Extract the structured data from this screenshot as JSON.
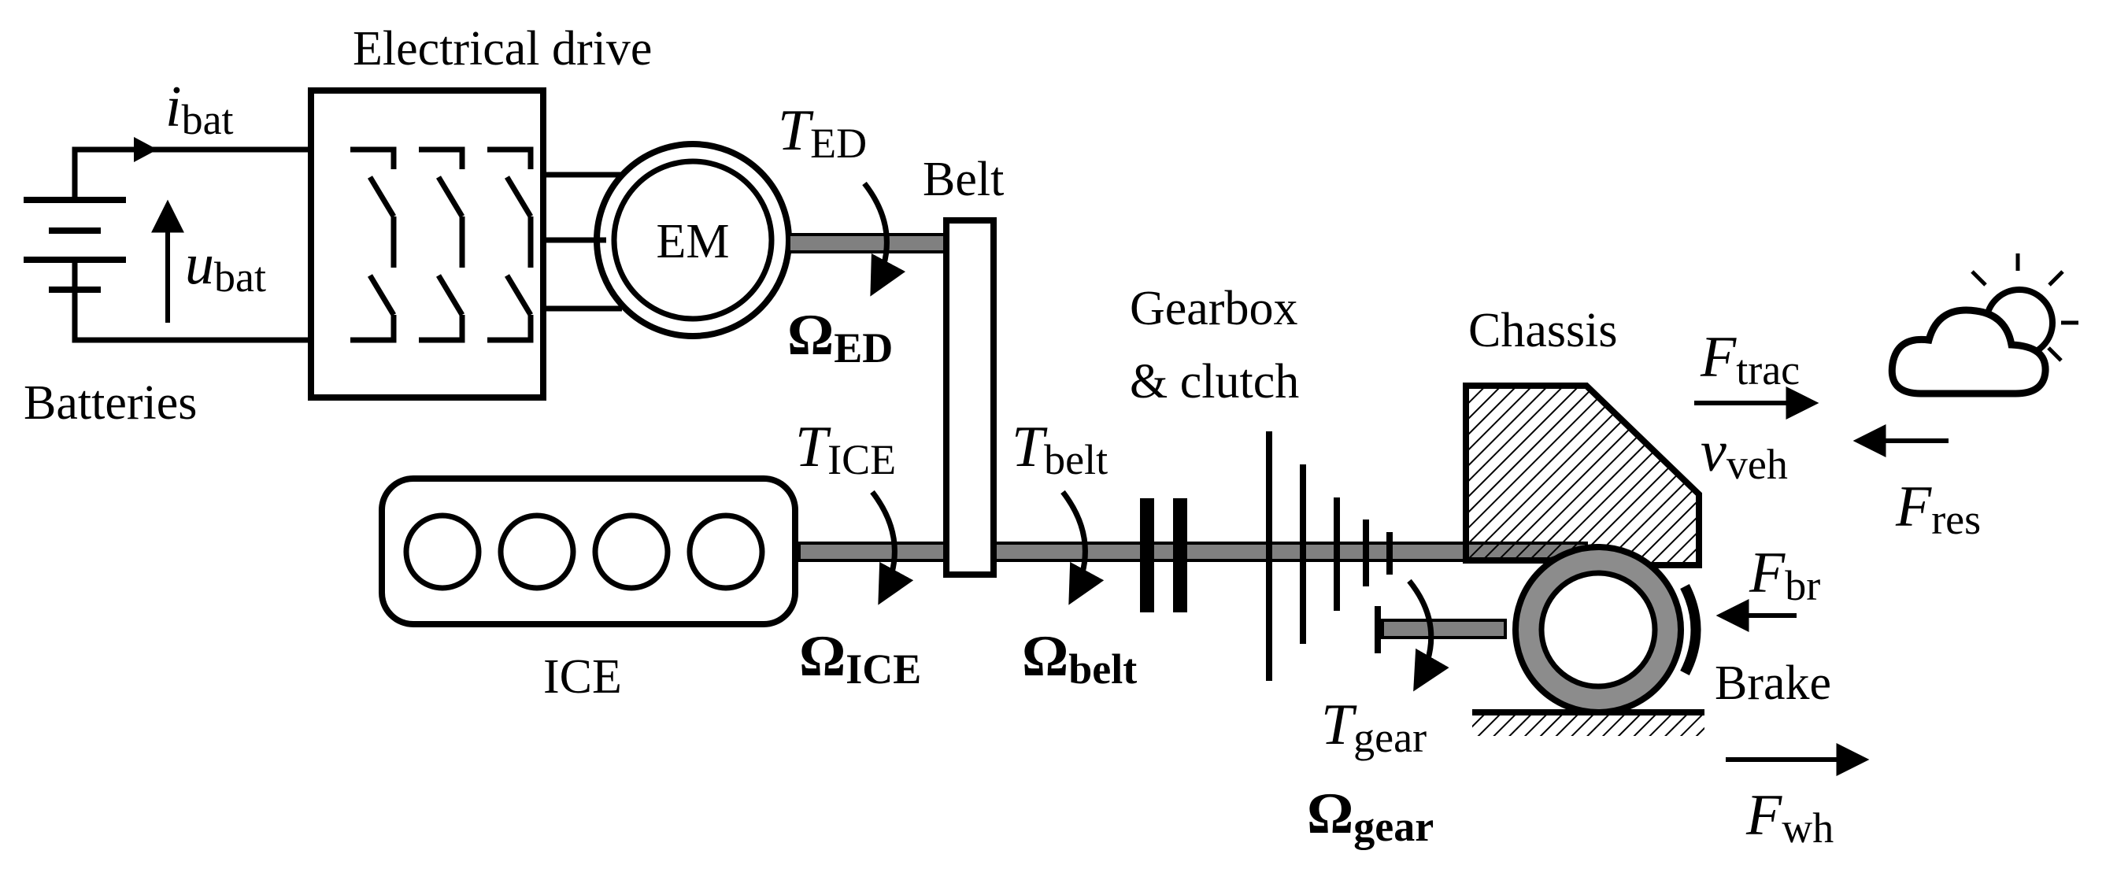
{
  "labels": {
    "electrical_drive": "Electrical drive",
    "batteries": "Batteries",
    "em": "EM",
    "belt": "Belt",
    "gearbox_line1": "Gearbox",
    "gearbox_line2": "& clutch",
    "chassis": "Chassis",
    "ice": "ICE",
    "brake": "Brake"
  },
  "symbols": {
    "i_bat": {
      "main": "i",
      "sub": "bat"
    },
    "u_bat": {
      "main": "u",
      "sub": "bat"
    },
    "T_ED": {
      "main": "T",
      "sub": "ED"
    },
    "Omega_ED": {
      "main": "Ω",
      "sub": "ED"
    },
    "T_ICE": {
      "main": "T",
      "sub": "ICE"
    },
    "Omega_ICE": {
      "main": "Ω",
      "sub": "ICE"
    },
    "T_belt": {
      "main": "T",
      "sub": "belt"
    },
    "Omega_belt": {
      "main": "Ω",
      "sub": "belt"
    },
    "T_gear": {
      "main": "T",
      "sub": "gear"
    },
    "Omega_gear": {
      "main": "Ω",
      "sub": "gear"
    },
    "F_trac": {
      "main": "F",
      "sub": "trac"
    },
    "v_veh": {
      "main": "v",
      "sub": "veh"
    },
    "F_res": {
      "main": "F",
      "sub": "res"
    },
    "F_br": {
      "main": "F",
      "sub": "br"
    },
    "F_wh": {
      "main": "F",
      "sub": "wh"
    }
  },
  "colors": {
    "line": "#000000",
    "shaft": "#808080",
    "wheel": "#8c8c8c",
    "background": "#ffffff"
  },
  "icons": {
    "weather": "cloud-sun-icon"
  }
}
